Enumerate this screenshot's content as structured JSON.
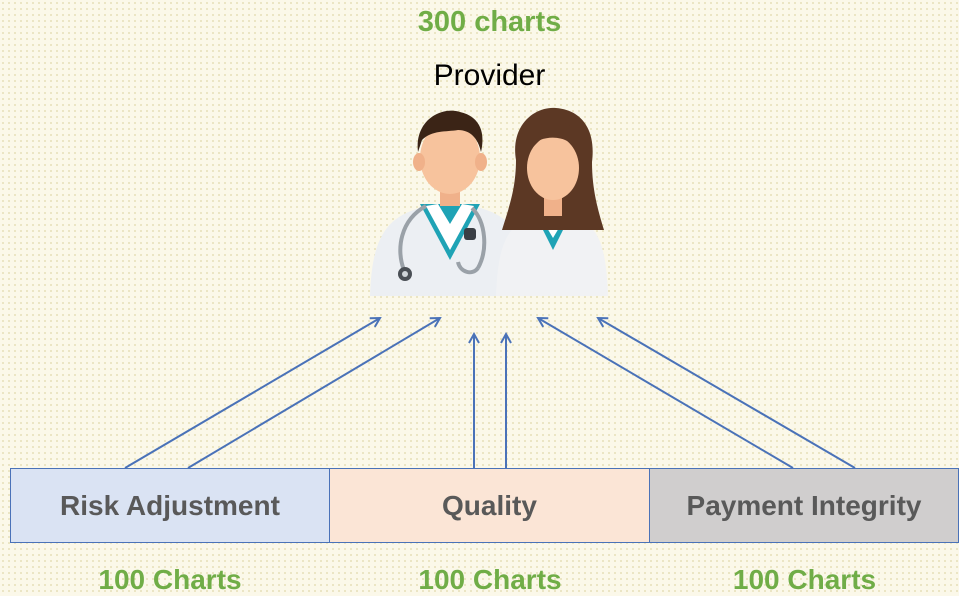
{
  "header": {
    "total": "300 charts",
    "title": "Provider"
  },
  "illustration": {
    "name": "provider-doctors-illustration"
  },
  "categories": [
    {
      "label": "Risk Adjustment",
      "count": "100 Charts",
      "color": "#dae3f3"
    },
    {
      "label": "Quality",
      "count": "100 Charts",
      "color": "#fbe5d6"
    },
    {
      "label": "Payment Integrity",
      "count": "100 Charts",
      "color": "#d0cece"
    }
  ],
  "colors": {
    "accent_green": "#70ad47",
    "arrow_blue": "#4a72b8",
    "label_gray": "#595959"
  }
}
